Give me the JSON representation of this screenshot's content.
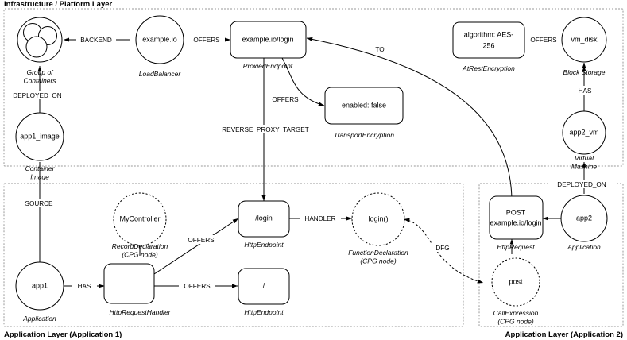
{
  "diagram": {
    "title": "Multi-layer application / infrastructure architecture graph",
    "colors": {
      "stroke": "#000000",
      "boundary": "#9a9a9a",
      "background": "#ffffff"
    },
    "layers": [
      {
        "id": "infrastructure",
        "label": "Infrastructure / Platform Layer"
      },
      {
        "id": "application-1",
        "label": "Application Layer (Application 1)"
      },
      {
        "id": "application-2",
        "label": "Application Layer (Application 2)"
      }
    ],
    "nodes": [
      {
        "id": "group-of-containers",
        "label": "",
        "type": "Group of Containers",
        "shape": "container-group-icon",
        "layer": "infrastructure"
      },
      {
        "id": "app1-image",
        "label": "app1_image",
        "type": "Container Image",
        "shape": "circle",
        "layer": "infrastructure"
      },
      {
        "id": "load-balancer",
        "label": "example.io",
        "type": "LoadBalancer",
        "shape": "circle",
        "layer": "infrastructure"
      },
      {
        "id": "proxied-endpoint",
        "label": "example.io/login",
        "type": "ProxiedEndpoint",
        "shape": "rounded-rect",
        "layer": "infrastructure"
      },
      {
        "id": "transport-encryption",
        "label": "enabled: false",
        "type": "TransportEncryption",
        "shape": "rounded-rect",
        "layer": "infrastructure"
      },
      {
        "id": "at-rest-encryption",
        "label": "algorithm: AES-256",
        "label_line1": "algorithm: AES-",
        "label_line2": "256",
        "type": "AtRestEncryption",
        "shape": "rounded-rect",
        "layer": "infrastructure"
      },
      {
        "id": "vm-disk",
        "label": "vm_disk",
        "type": "Block Storage",
        "shape": "circle",
        "layer": "infrastructure"
      },
      {
        "id": "app2-vm",
        "label": "app2_vm",
        "type": "Virtual Mashine",
        "type_line1": "Virtual",
        "type_line2": "Mashine",
        "shape": "circle",
        "layer": "infrastructure"
      },
      {
        "id": "app1",
        "label": "app1",
        "type": "Application",
        "shape": "circle",
        "layer": "application-1"
      },
      {
        "id": "my-controller",
        "label": "MyController",
        "type": "RecordDeclaration (CPG node)",
        "type_line1": "RecordDeclaration",
        "type_line2": "(CPG node)",
        "shape": "dashed-circle",
        "layer": "application-1"
      },
      {
        "id": "http-request-handler",
        "label": "",
        "type": "HttpRequestHandler",
        "shape": "rounded-rect",
        "layer": "application-1"
      },
      {
        "id": "http-endpoint-login",
        "label": "/login",
        "type": "HttpEndpoint",
        "shape": "rounded-rect",
        "layer": "application-1"
      },
      {
        "id": "http-endpoint-root",
        "label": "/",
        "type": "HttpEndpoint",
        "shape": "rounded-rect",
        "layer": "application-1"
      },
      {
        "id": "function-declaration-login",
        "label": "login()",
        "type": "FunctionDeclaration (CPG node)",
        "type_line1": "FunctionDeclaration",
        "type_line2": "(CPG node)",
        "shape": "dashed-circle",
        "layer": "application-1"
      },
      {
        "id": "http-request-post",
        "label": "POST example.io/login",
        "label_line1": "POST",
        "label_line2": "example.io/login",
        "type": "HttpRequest",
        "shape": "rounded-rect",
        "layer": "application-2"
      },
      {
        "id": "app2",
        "label": "app2",
        "type": "Application",
        "shape": "circle",
        "layer": "application-2"
      },
      {
        "id": "call-expression-post",
        "label": "post",
        "type": "CallExpression (CPG node)",
        "type_line1": "CallExpression",
        "type_line2": "(CPG node)",
        "shape": "dashed-circle",
        "layer": "application-2"
      }
    ],
    "edges": [
      {
        "id": "backend",
        "label": "BACKEND",
        "from": "load-balancer",
        "to": "group-of-containers",
        "style": "solid",
        "arrow": "single"
      },
      {
        "id": "offers-proxied",
        "label": "OFFERS",
        "from": "load-balancer",
        "to": "proxied-endpoint",
        "style": "solid",
        "arrow": "single"
      },
      {
        "id": "deployed-on-containers",
        "label": "DEPLOYED_ON",
        "from": "app1-image",
        "to": "group-of-containers",
        "style": "solid",
        "arrow": "single"
      },
      {
        "id": "source",
        "label": "SOURCE",
        "from": "app1-image",
        "to": "app1",
        "style": "solid",
        "arrow": "single"
      },
      {
        "id": "reverse-proxy-target",
        "label": "REVERSE_PROXY_TARGET",
        "from": "proxied-endpoint",
        "to": "http-endpoint-login",
        "style": "solid",
        "arrow": "single"
      },
      {
        "id": "offers-transport",
        "label": "OFFERS",
        "from": "proxied-endpoint",
        "to": "transport-encryption",
        "style": "solid",
        "arrow": "single"
      },
      {
        "id": "to",
        "label": "TO",
        "from": "http-request-post",
        "to": "proxied-endpoint",
        "style": "solid",
        "arrow": "single"
      },
      {
        "id": "offers-at-rest",
        "label": "OFFERS",
        "from": "vm-disk",
        "to": "at-rest-encryption",
        "style": "solid",
        "arrow": "single"
      },
      {
        "id": "has-disk",
        "label": "HAS",
        "from": "app2-vm",
        "to": "vm-disk",
        "style": "solid",
        "arrow": "single"
      },
      {
        "id": "has-handler",
        "label": "HAS",
        "from": "app1",
        "to": "http-request-handler",
        "style": "solid",
        "arrow": "single"
      },
      {
        "id": "offers-login-endpoint",
        "label": "OFFERS",
        "from": "http-request-handler",
        "to": "http-endpoint-login",
        "style": "solid",
        "arrow": "single"
      },
      {
        "id": "offers-root-endpoint",
        "label": "OFFERS",
        "from": "http-request-handler",
        "to": "http-endpoint-root",
        "style": "solid",
        "arrow": "single"
      },
      {
        "id": "handler",
        "label": "HANDLER",
        "from": "http-endpoint-login",
        "to": "function-declaration-login",
        "style": "solid",
        "arrow": "single"
      },
      {
        "id": "dfg",
        "label": "DFG",
        "from": "call-expression-post",
        "to": "function-declaration-login",
        "style": "dashed",
        "arrow": "double"
      },
      {
        "id": "deployed-on-vm",
        "label": "DEPLOYED_ON",
        "from": "app2",
        "to": "app2-vm",
        "style": "solid",
        "arrow": "single"
      },
      {
        "id": "app2-request",
        "label": "",
        "from": "app2",
        "to": "http-request-post",
        "style": "solid",
        "arrow": "single"
      }
    ]
  }
}
